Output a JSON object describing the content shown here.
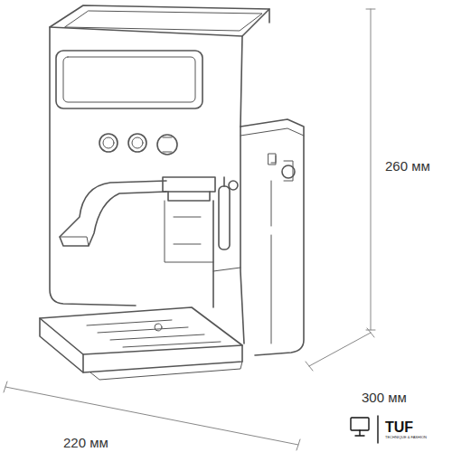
{
  "diagram": {
    "labels": [
      "260 мм",
      "300 мм",
      "220 мм",
      "TUF",
      "TECHNIQUE & FASHION"
    ]
  }
}
